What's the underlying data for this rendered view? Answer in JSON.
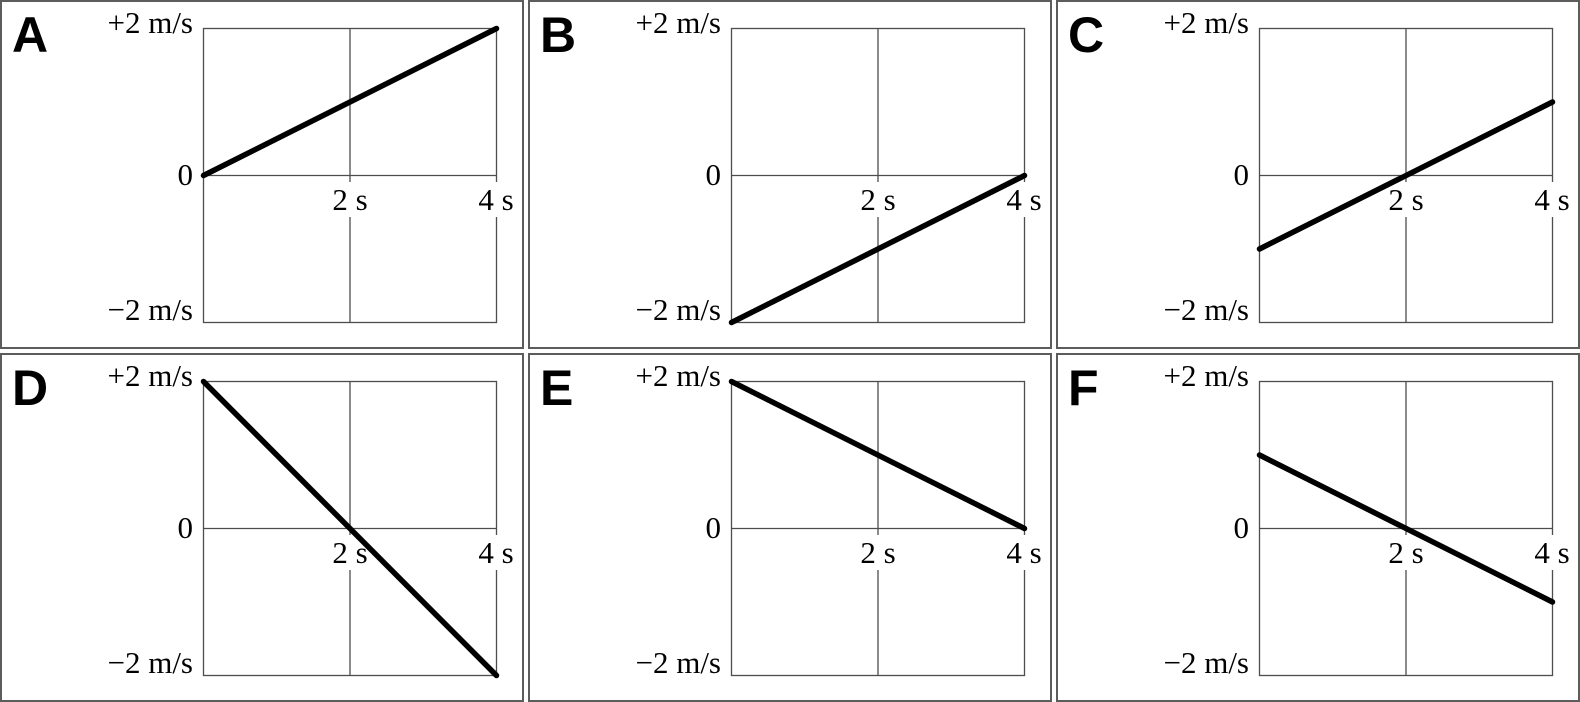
{
  "colors": {
    "background": "#ffffff",
    "panel_border": "#5c5c5c",
    "axis_line": "#4d4d4d",
    "data_line": "#000000",
    "text": "#000000"
  },
  "axis": {
    "y_top": "+2 m/s",
    "y_zero": "0",
    "y_bottom": "−2 m/s",
    "x_mid": "2 s",
    "x_end": "4 s"
  },
  "panels": [
    {
      "letter": "A"
    },
    {
      "letter": "B"
    },
    {
      "letter": "C"
    },
    {
      "letter": "D"
    },
    {
      "letter": "E"
    },
    {
      "letter": "F"
    }
  ],
  "chart_data": [
    {
      "type": "line",
      "panel": "A",
      "x": [
        0,
        4
      ],
      "y": [
        0,
        2
      ],
      "xlim": [
        0,
        4
      ],
      "ylim": [
        -2,
        2
      ],
      "x_tick_labels": [
        "2 s",
        "4 s"
      ],
      "y_tick_labels": [
        "+2 m/s",
        "0",
        "−2 m/s"
      ],
      "x_unit": "s",
      "y_unit": "m/s",
      "slope_m_per_s2": 0.5,
      "grid": true,
      "legend": false
    },
    {
      "type": "line",
      "panel": "B",
      "x": [
        0,
        4
      ],
      "y": [
        -2,
        0
      ],
      "xlim": [
        0,
        4
      ],
      "ylim": [
        -2,
        2
      ],
      "x_tick_labels": [
        "2 s",
        "4 s"
      ],
      "y_tick_labels": [
        "+2 m/s",
        "0",
        "−2 m/s"
      ],
      "x_unit": "s",
      "y_unit": "m/s",
      "slope_m_per_s2": 0.5,
      "grid": true,
      "legend": false
    },
    {
      "type": "line",
      "panel": "C",
      "x": [
        0,
        4
      ],
      "y": [
        -1,
        1
      ],
      "xlim": [
        0,
        4
      ],
      "ylim": [
        -2,
        2
      ],
      "x_tick_labels": [
        "2 s",
        "4 s"
      ],
      "y_tick_labels": [
        "+2 m/s",
        "0",
        "−2 m/s"
      ],
      "x_unit": "s",
      "y_unit": "m/s",
      "slope_m_per_s2": 0.5,
      "grid": true,
      "legend": false
    },
    {
      "type": "line",
      "panel": "D",
      "x": [
        0,
        4
      ],
      "y": [
        2,
        -2
      ],
      "xlim": [
        0,
        4
      ],
      "ylim": [
        -2,
        2
      ],
      "x_tick_labels": [
        "2 s",
        "4 s"
      ],
      "y_tick_labels": [
        "+2 m/s",
        "0",
        "−2 m/s"
      ],
      "x_unit": "s",
      "y_unit": "m/s",
      "slope_m_per_s2": -1.0,
      "grid": true,
      "legend": false
    },
    {
      "type": "line",
      "panel": "E",
      "x": [
        0,
        4
      ],
      "y": [
        2,
        0
      ],
      "xlim": [
        0,
        4
      ],
      "ylim": [
        -2,
        2
      ],
      "x_tick_labels": [
        "2 s",
        "4 s"
      ],
      "y_tick_labels": [
        "+2 m/s",
        "0",
        "−2 m/s"
      ],
      "x_unit": "s",
      "y_unit": "m/s",
      "slope_m_per_s2": -0.5,
      "grid": true,
      "legend": false
    },
    {
      "type": "line",
      "panel": "F",
      "x": [
        0,
        4
      ],
      "y": [
        1,
        -1
      ],
      "xlim": [
        0,
        4
      ],
      "ylim": [
        -2,
        2
      ],
      "x_tick_labels": [
        "2 s",
        "4 s"
      ],
      "y_tick_labels": [
        "+2 m/s",
        "0",
        "−2 m/s"
      ],
      "x_unit": "s",
      "y_unit": "m/s",
      "slope_m_per_s2": -0.5,
      "grid": true,
      "legend": false
    }
  ]
}
